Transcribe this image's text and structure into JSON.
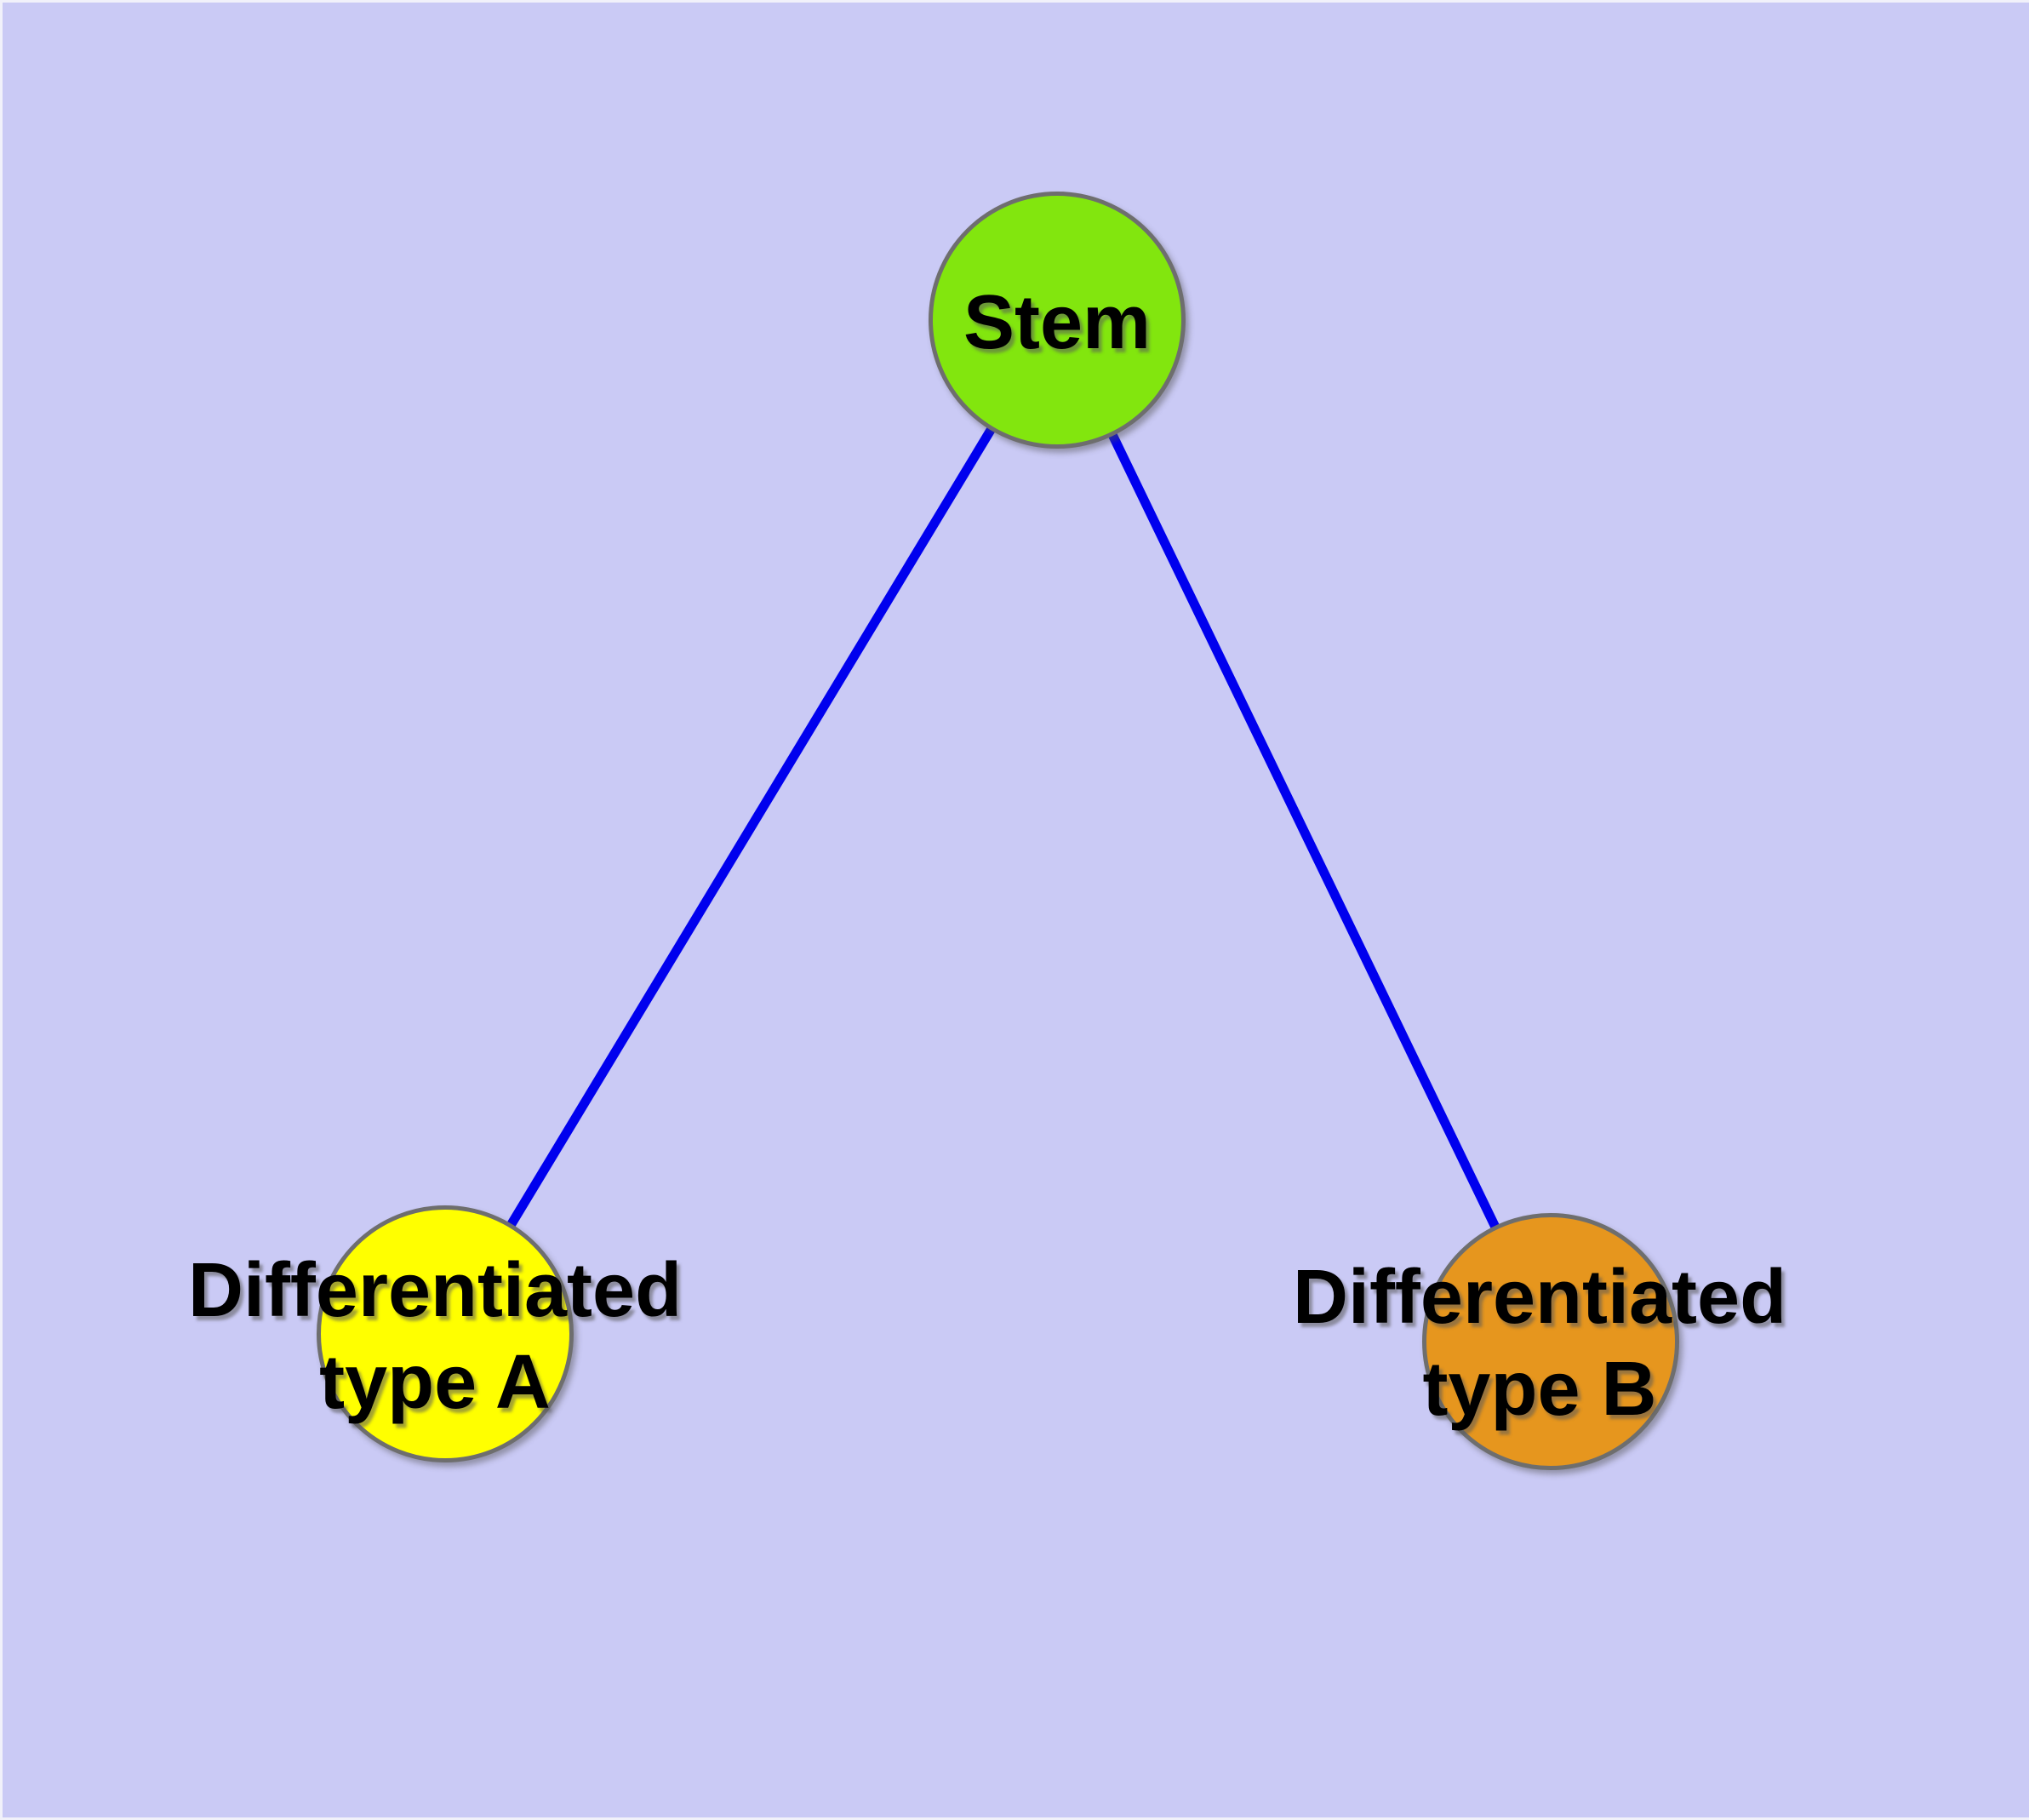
{
  "diagram": {
    "type": "node-link-graph",
    "background_color": "#CACAF5",
    "edge_color": "#0000EE",
    "node_border_color": "#6E6E6E",
    "label_color": "#000000",
    "nodes": [
      {
        "id": "stem",
        "label": "Stem",
        "fill": "#82E60E"
      },
      {
        "id": "type-a",
        "label": "Differentiated\ntype A",
        "fill": "#FFFF00"
      },
      {
        "id": "type-b",
        "label": "Differentiated\ntype B",
        "fill": "#E6961E"
      }
    ],
    "edges": [
      {
        "from": "stem",
        "to": "type-a"
      },
      {
        "from": "stem",
        "to": "type-b"
      }
    ]
  }
}
